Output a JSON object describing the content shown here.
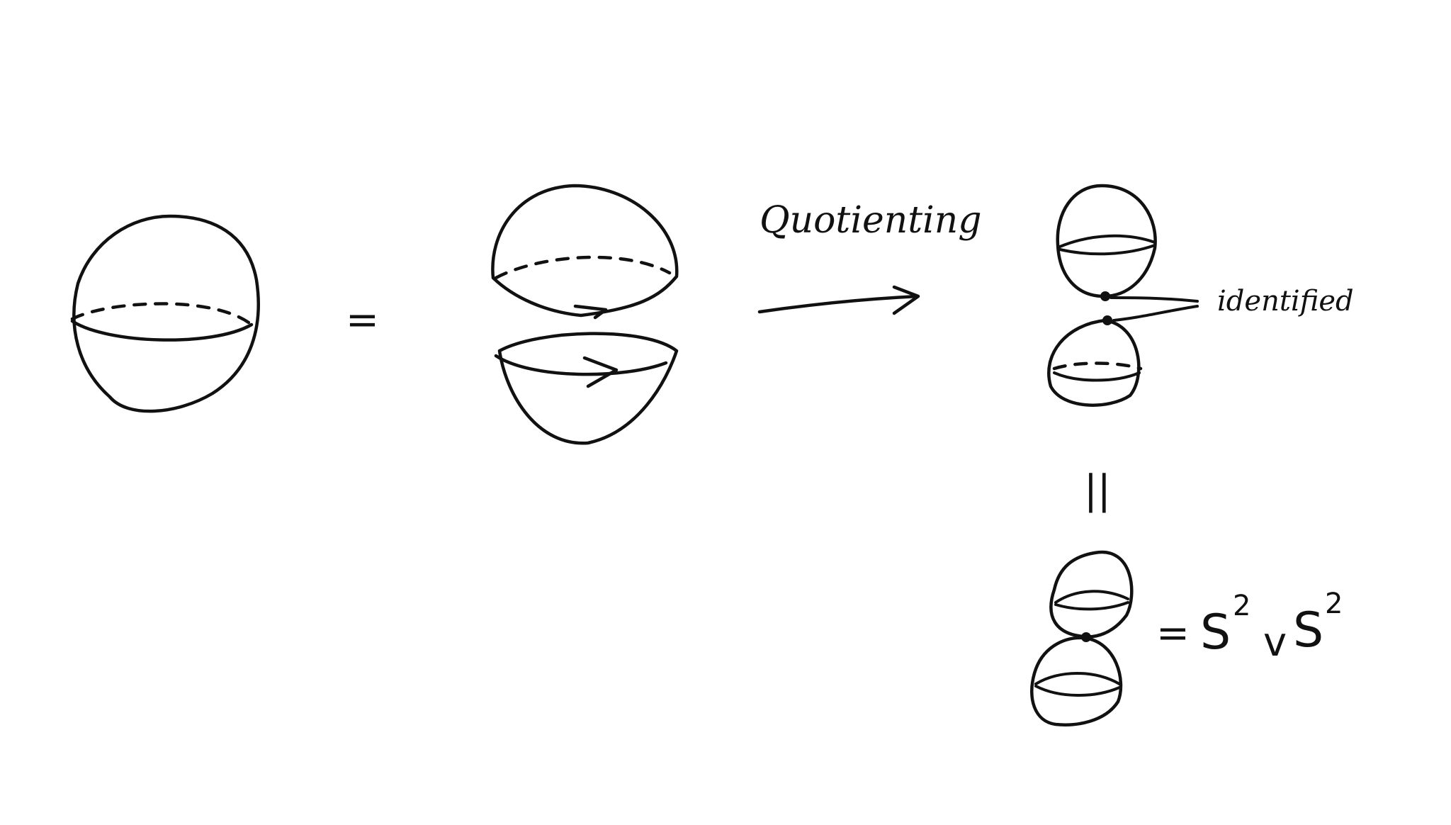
{
  "diagram": {
    "equals_sign": "=",
    "map_label": "Quotienting",
    "identified_label": "identified",
    "vertical_equals": "||",
    "result": {
      "equals": "=",
      "base": "S",
      "exp": "2",
      "wedge": "v"
    }
  }
}
